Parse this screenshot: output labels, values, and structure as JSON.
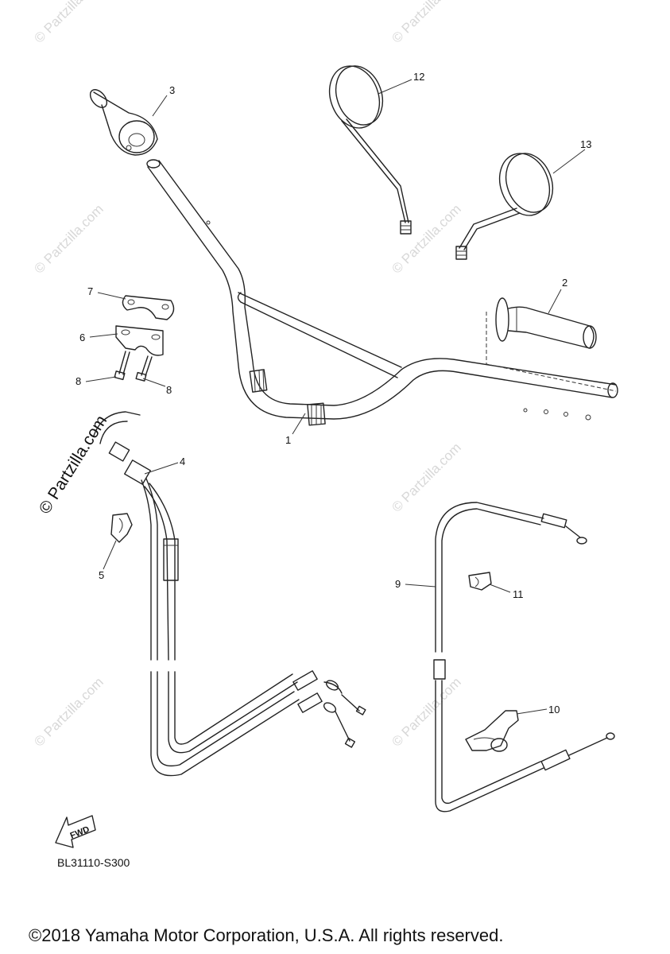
{
  "watermark": {
    "text": "© Partzilla.com"
  },
  "callouts": [
    {
      "id": "1",
      "label": "1"
    },
    {
      "id": "2",
      "label": "2"
    },
    {
      "id": "3",
      "label": "3"
    },
    {
      "id": "4",
      "label": "4"
    },
    {
      "id": "5",
      "label": "5"
    },
    {
      "id": "6",
      "label": "6"
    },
    {
      "id": "7",
      "label": "7"
    },
    {
      "id": "8a",
      "label": "8"
    },
    {
      "id": "8b",
      "label": "8"
    },
    {
      "id": "9",
      "label": "9"
    },
    {
      "id": "10",
      "label": "10"
    },
    {
      "id": "11",
      "label": "11"
    },
    {
      "id": "12",
      "label": "12"
    },
    {
      "id": "13",
      "label": "13"
    }
  ],
  "fwd_indicator": {
    "label": "FWD"
  },
  "diagram_code": "BL31110-S300",
  "copyright": "©2018 Yamaha Motor Corporation, U.S.A. All rights reserved."
}
